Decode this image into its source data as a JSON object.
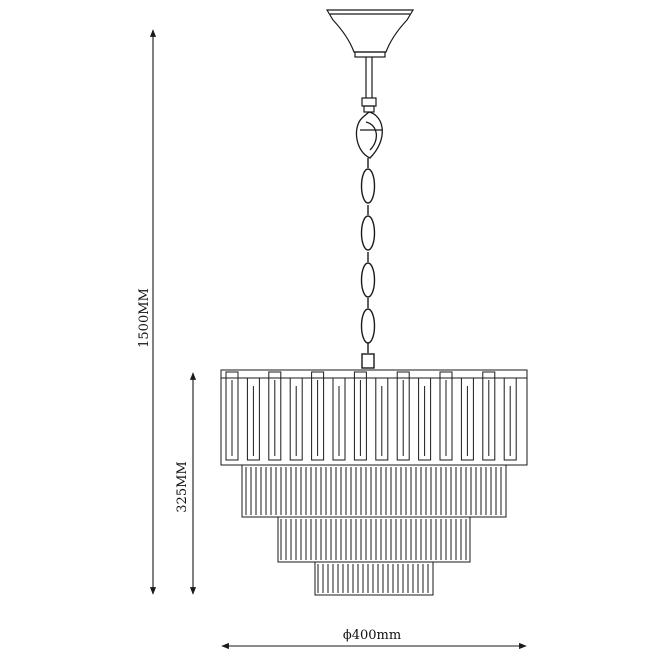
{
  "drawing": {
    "dimensions": {
      "total_height": "1500MM",
      "body_height": "325MM",
      "diameter": "ϕ400mm"
    },
    "colors": {
      "line": "#1a1a1a",
      "background": "#ffffff"
    }
  }
}
